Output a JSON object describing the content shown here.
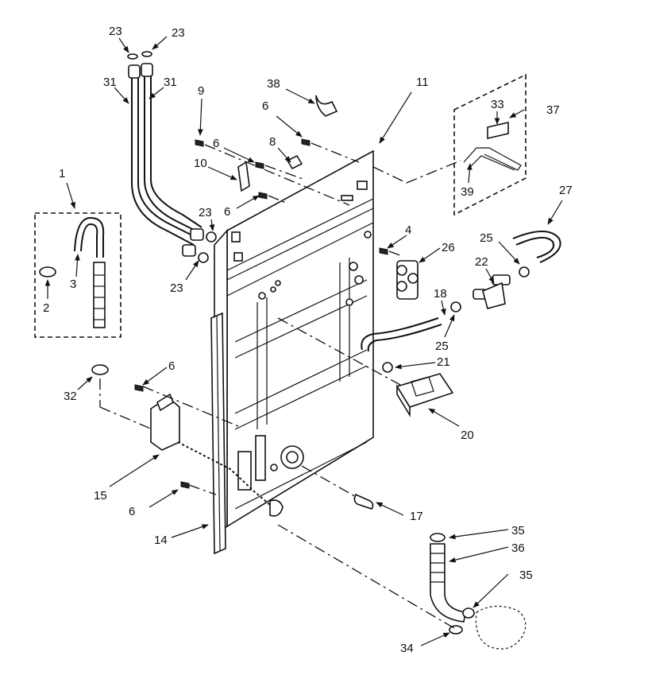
{
  "diagram": {
    "callouts": [
      "23",
      "23",
      "31",
      "31",
      "38",
      "11",
      "9",
      "6",
      "6",
      "8",
      "33",
      "37",
      "10",
      "6",
      "1",
      "23",
      "23",
      "39",
      "27",
      "4",
      "25",
      "26",
      "3",
      "2",
      "22",
      "18",
      "25",
      "21",
      "32",
      "6",
      "20",
      "15",
      "6",
      "17",
      "14",
      "35",
      "36",
      "35",
      "34"
    ]
  }
}
